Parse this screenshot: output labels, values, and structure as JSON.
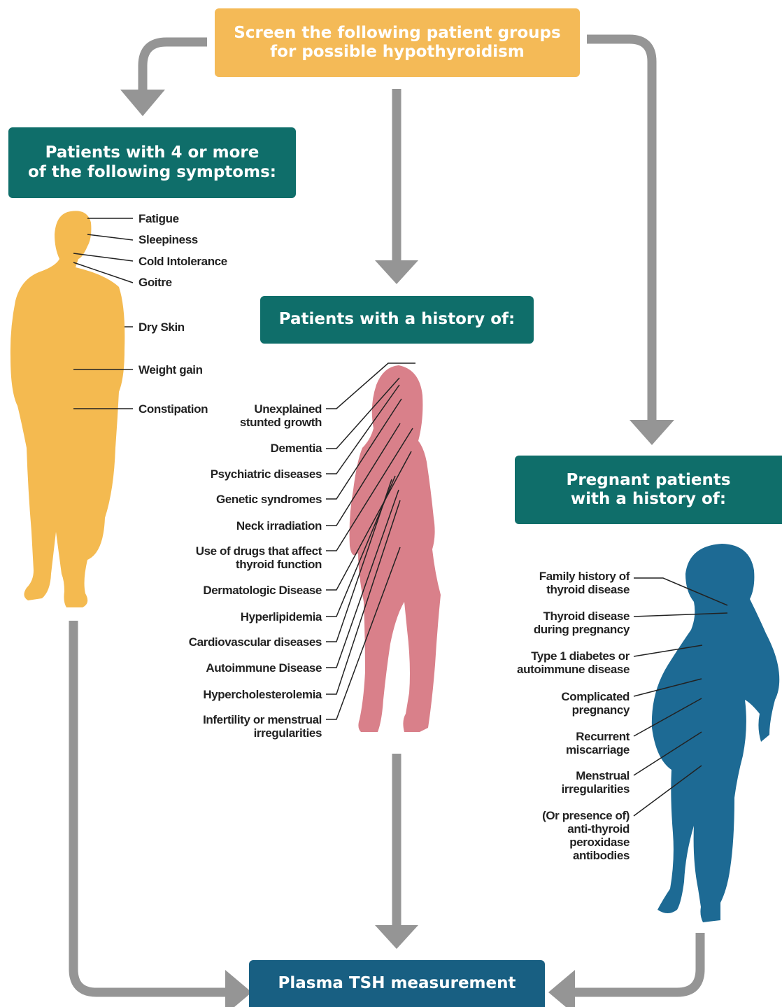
{
  "boxes": {
    "top": "Screen the following patient groups\nfor possible hypothyroidism",
    "symptoms": "Patients with 4 or more\nof the following symptoms:",
    "history": "Patients with a history of:",
    "pregnant": "Pregnant patients\nwith a history of:",
    "tsh": "Plasma TSH measurement"
  },
  "symptoms": [
    "Fatigue",
    "Sleepiness",
    "Cold Intolerance",
    "Goitre",
    "Dry Skin",
    "Weight gain",
    "Constipation"
  ],
  "history_items": [
    "Unexplained\nstunted growth",
    "Dementia",
    "Psychiatric diseases",
    "Genetic syndromes",
    "Neck irradiation",
    "Use of drugs that affect\nthyroid function",
    "Dermatologic Disease",
    "Hyperlipidemia",
    "Cardiovascular diseases",
    "Autoimmune Disease",
    "Hypercholesterolemia",
    "Infertility or menstrual\nirregularities"
  ],
  "pregnancy_items": [
    "Family history of\nthyroid disease",
    "Thyroid disease\nduring pregnancy",
    "Type 1 diabetes or\nautoimmune disease",
    "Complicated\npregnancy",
    "Recurrent\nmiscarriage",
    "Menstrual\nirregularities",
    "(Or presence of)\nanti-thyroid\nperoxidase\nantibodies"
  ],
  "colors": {
    "top_box": "#f4ba57",
    "teal_box": "#0f6e6a",
    "tsh_box": "#185f82",
    "arrow": "#959595",
    "man": "#f4ba50",
    "woman": "#d9808a",
    "pregnant_woman": "#1d6a94"
  }
}
